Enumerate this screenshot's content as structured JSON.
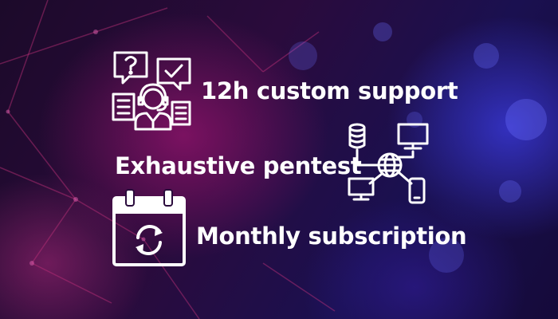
{
  "features": [
    {
      "label": "12h custom support",
      "icon": "support-agent-icon"
    },
    {
      "label": "Exhaustive pentest",
      "icon": "network-icon"
    },
    {
      "label": "Monthly subscription",
      "icon": "calendar-refresh-icon"
    }
  ],
  "colors": {
    "text": "#ffffff",
    "background_dark": "#1c0a2a",
    "accent_magenta": "#96146e",
    "accent_blue": "#3c3ce6"
  }
}
